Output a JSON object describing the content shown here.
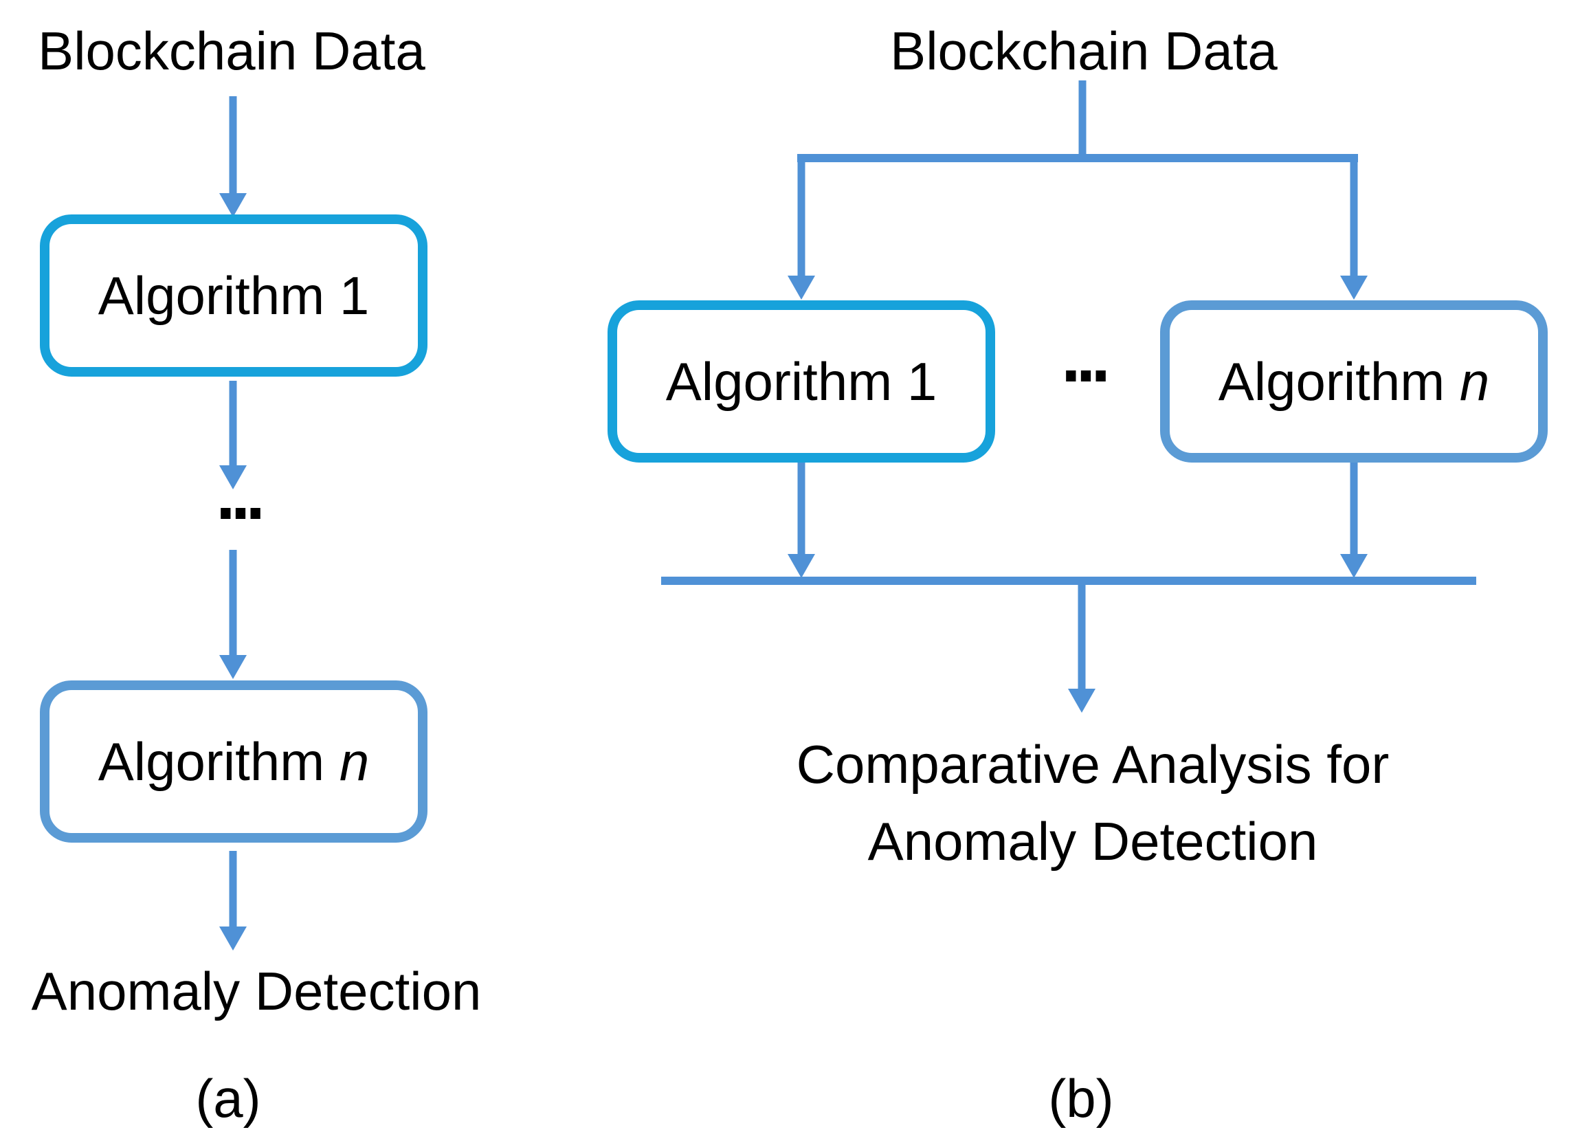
{
  "diagram": {
    "panel_a": {
      "source_label": "Blockchain Data",
      "box1_label": "Algorithm 1",
      "ellipsis": "...",
      "boxn_label_prefix": "Algorithm ",
      "boxn_label_n": "n",
      "sink_label": "Anomaly Detection",
      "caption": "(a)"
    },
    "panel_b": {
      "source_label": "Blockchain Data",
      "box1_label": "Algorithm 1",
      "ellipsis": "...",
      "boxn_label_prefix": "Algorithm ",
      "boxn_label_n": "n",
      "sink_label_line1": "Comparative Analysis for",
      "sink_label_line2": "Anomaly Detection",
      "caption": "(b)"
    },
    "colors": {
      "connector_blue": "#4F91D6",
      "box_highlight_cyan": "#17A2DB",
      "box_soft_blue": "#5B9BD5",
      "text_color": "#000000",
      "background": "#ffffff"
    }
  }
}
